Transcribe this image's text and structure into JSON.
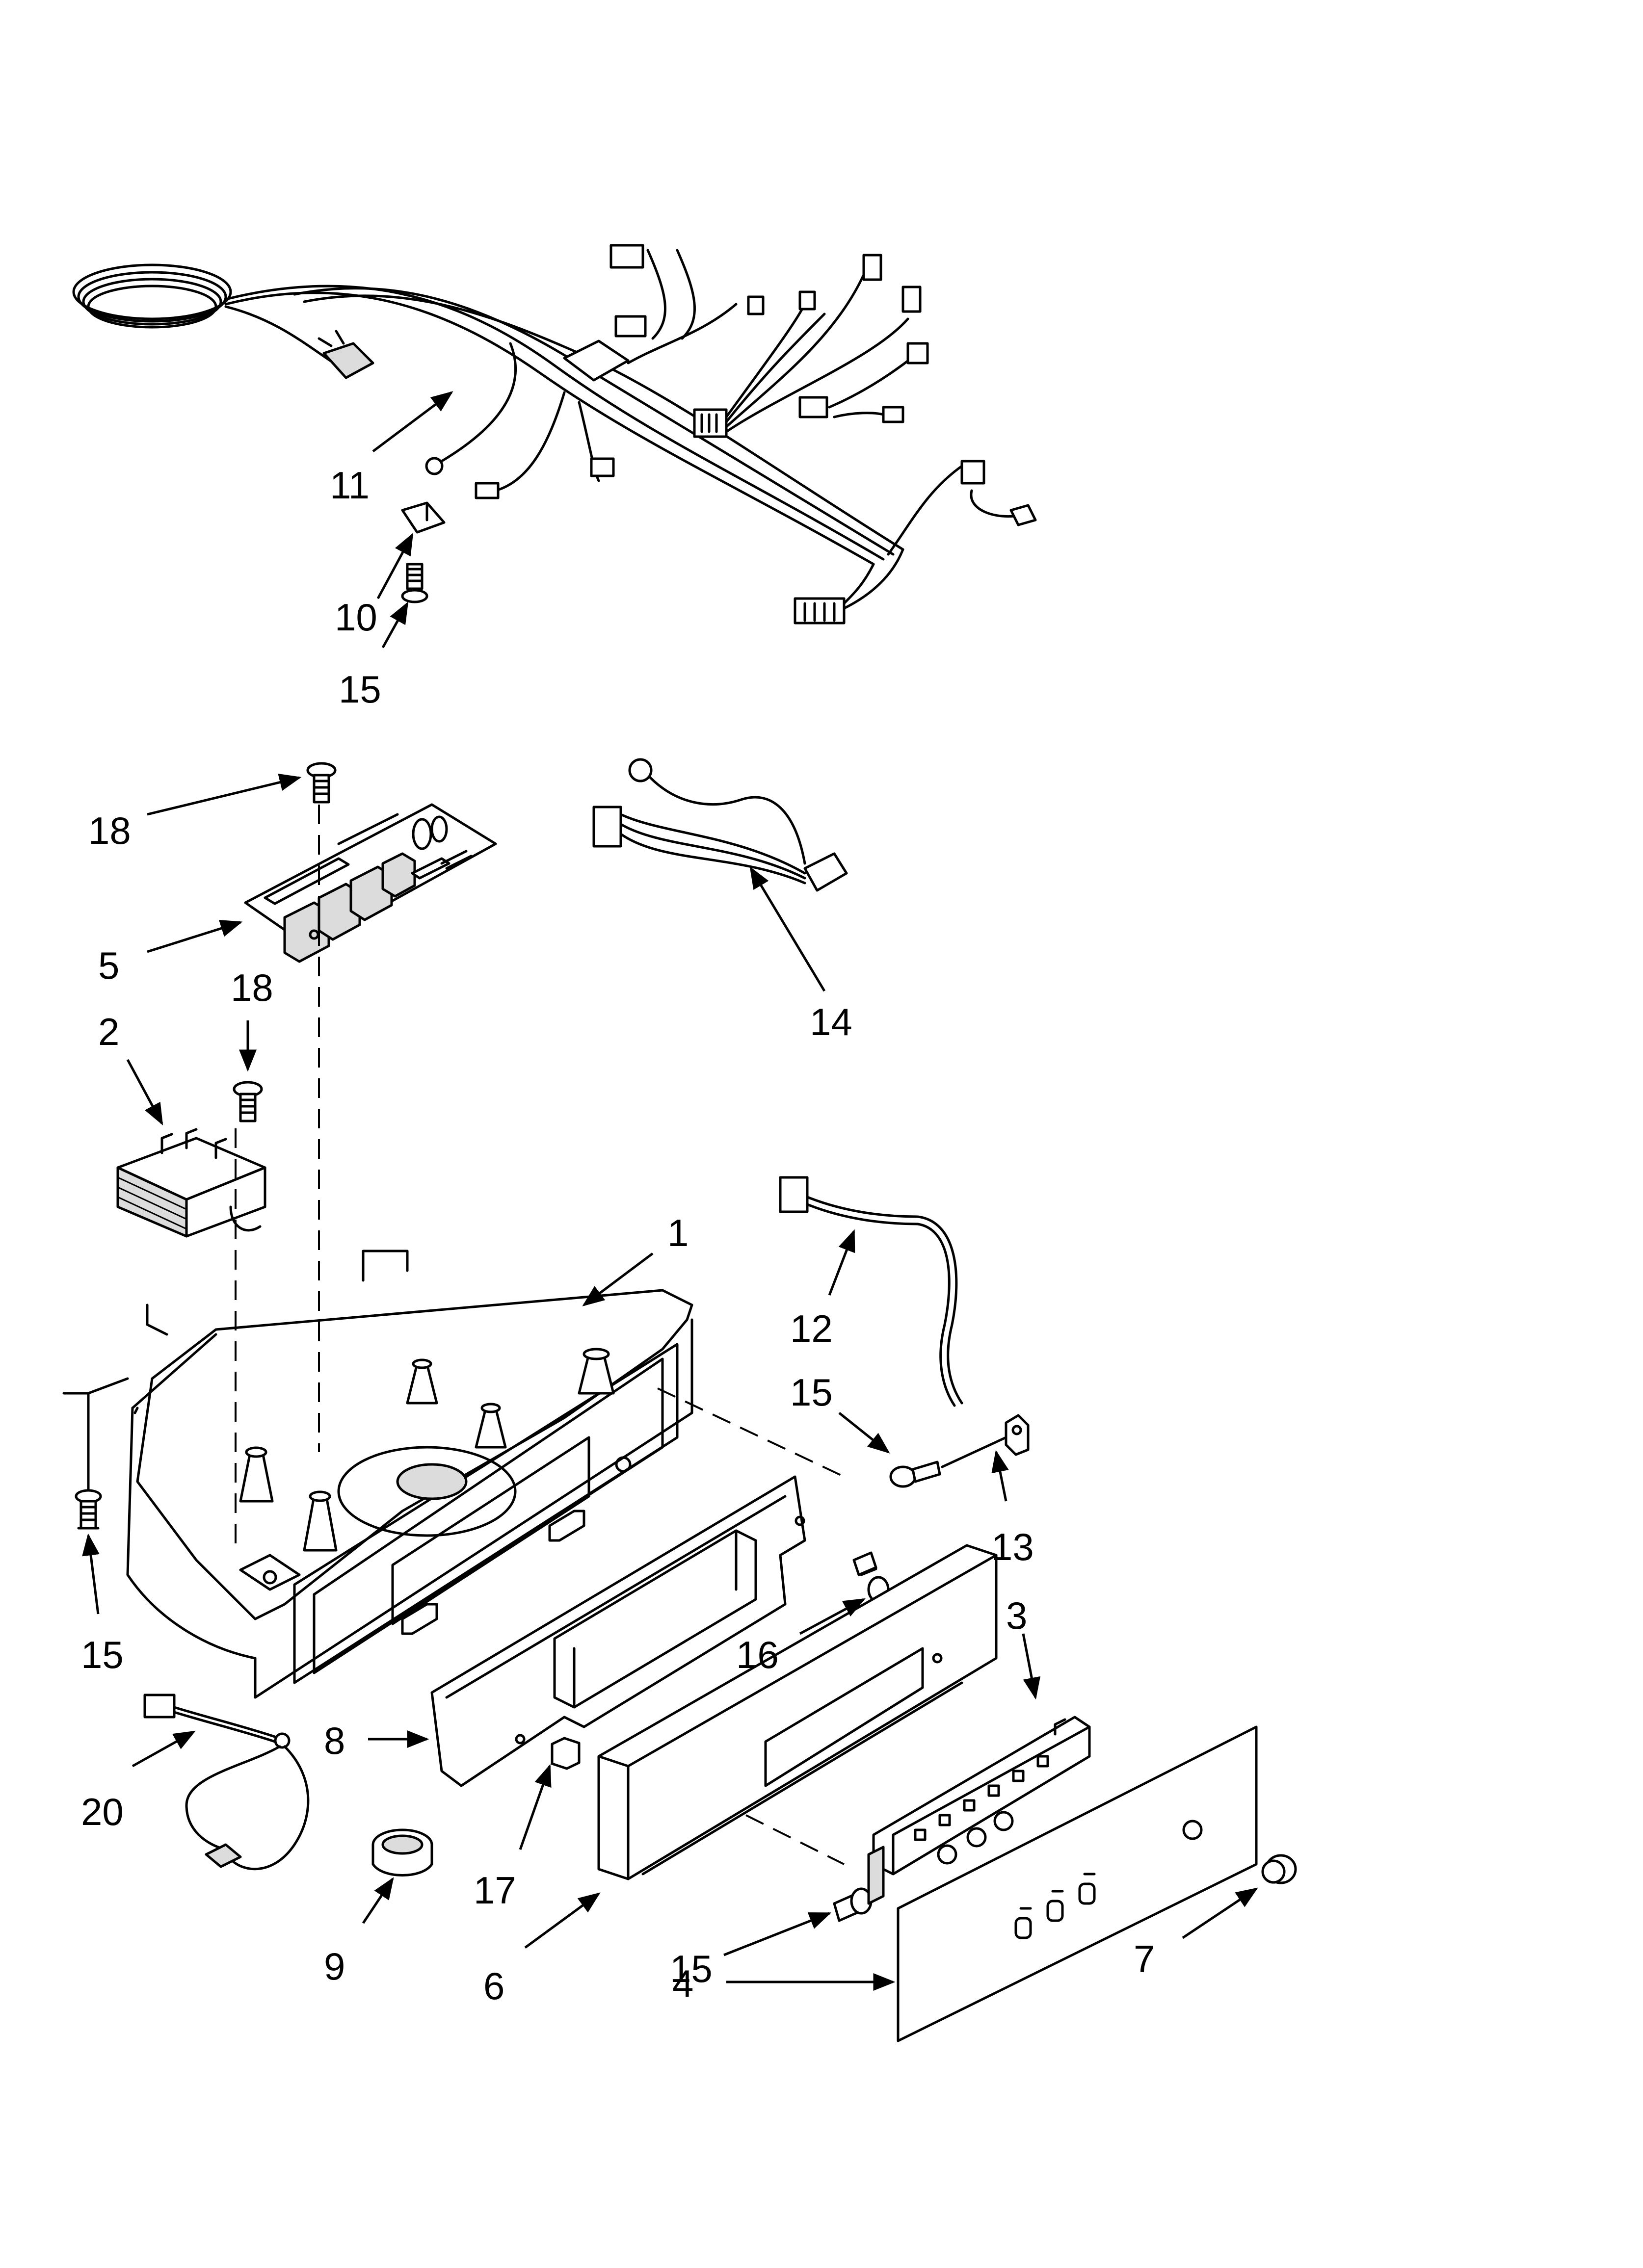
{
  "diagram": {
    "callouts": [
      {
        "id": "c11",
        "label": "11"
      },
      {
        "id": "c10",
        "label": "10"
      },
      {
        "id": "c15a",
        "label": "15"
      },
      {
        "id": "c18a",
        "label": "18"
      },
      {
        "id": "c5",
        "label": "5"
      },
      {
        "id": "c18b",
        "label": "18"
      },
      {
        "id": "c2",
        "label": "2"
      },
      {
        "id": "c14",
        "label": "14"
      },
      {
        "id": "c1",
        "label": "1"
      },
      {
        "id": "c12",
        "label": "12"
      },
      {
        "id": "c15b",
        "label": "15"
      },
      {
        "id": "c13",
        "label": "13"
      },
      {
        "id": "c3",
        "label": "3"
      },
      {
        "id": "c16",
        "label": "16"
      },
      {
        "id": "c15c",
        "label": "15"
      },
      {
        "id": "c8",
        "label": "8"
      },
      {
        "id": "c20",
        "label": "20"
      },
      {
        "id": "c17",
        "label": "17"
      },
      {
        "id": "c9",
        "label": "9"
      },
      {
        "id": "c6",
        "label": "6"
      },
      {
        "id": "c15d",
        "label": "15"
      },
      {
        "id": "c7",
        "label": "7"
      },
      {
        "id": "c4",
        "label": "4"
      }
    ]
  }
}
